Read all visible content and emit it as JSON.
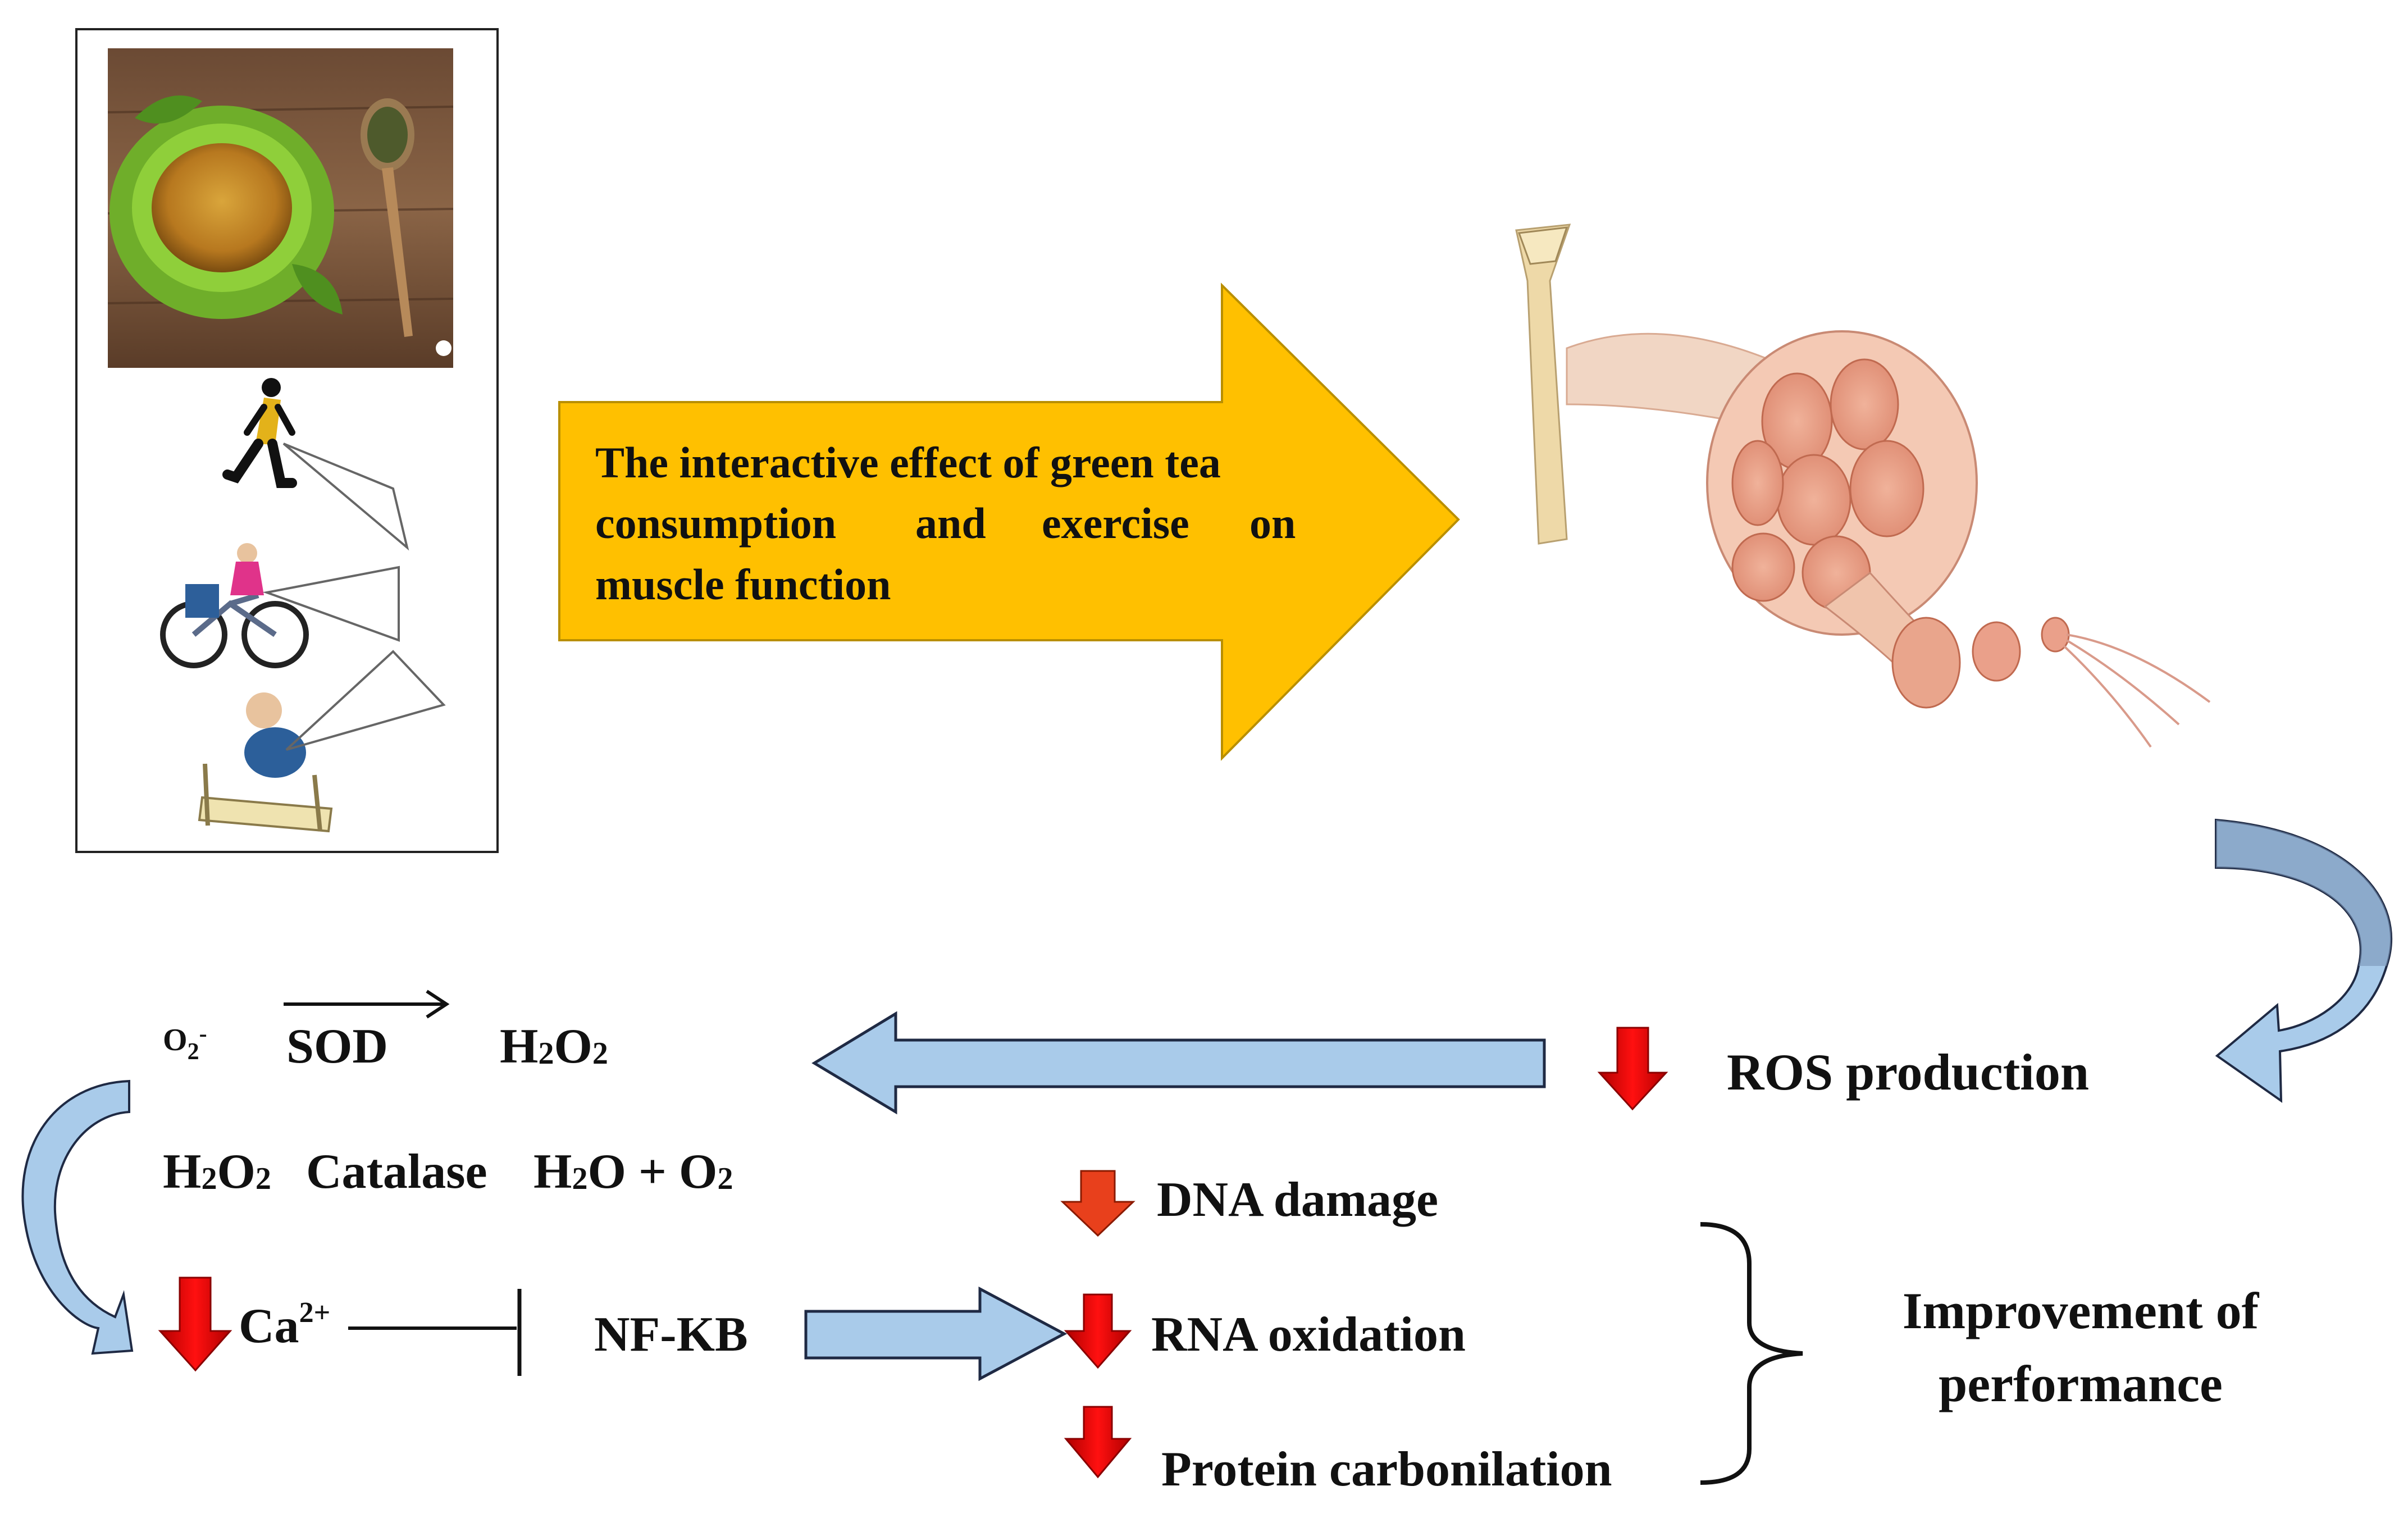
{
  "main_arrow": {
    "line1": "The interactive effect of green tea",
    "line2a": "consumption",
    "line2b": "and",
    "line2c": "exercise",
    "line2d": "on",
    "line3": "muscle function",
    "fill_color": "#FFC000"
  },
  "reactions": {
    "superoxide": "O",
    "superoxide_sub": "2",
    "superoxide_sup": "-",
    "sod": "SOD",
    "h2o2_product_a": "H",
    "h2o2_product_sub1": "2",
    "h2o2_product_b": "O",
    "h2o2_product_sub2": "2",
    "h2o2_substrate_a": "H",
    "h2o2_substrate_sub1": "2",
    "h2o2_substrate_b": "O",
    "h2o2_substrate_sub2": "2",
    "catalase": "Catalase",
    "water_a": "H",
    "water_sub": "2",
    "water_b": "O + O",
    "water_sub2": "2"
  },
  "signaling": {
    "calcium": "Ca",
    "calcium_charge": "2+",
    "nfkb": "NF-KB"
  },
  "ros": {
    "label": "ROS production"
  },
  "outcomes": [
    "DNA damage",
    "RNA oxidation",
    "Protein carbonilation"
  ],
  "result": {
    "line1": "Improvement of",
    "line2": "performance"
  },
  "colors": {
    "down_arrow": "#E00000",
    "blue_arrow": "#A9CBEA",
    "blue_arrow_dark": "#7A95B5",
    "outline": "#1f2a44"
  },
  "icons": [
    "green-tea-cup-icon",
    "runner-icon",
    "cyclist-icon",
    "treadmill-runner-icon",
    "muscle-anatomy-icon"
  ]
}
